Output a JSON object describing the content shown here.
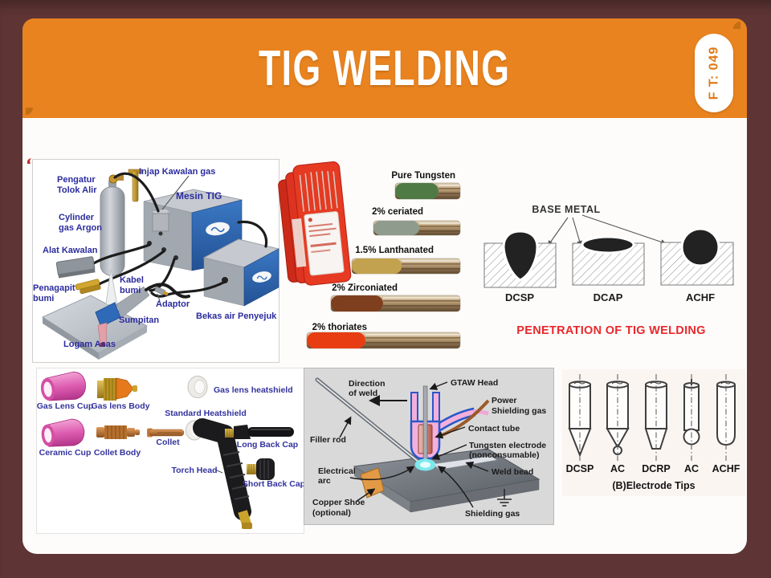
{
  "slide": {
    "title": "TIG WELDING",
    "badge": "F T: 049"
  },
  "colors": {
    "frame": "#5e3434",
    "header": "#e8831f",
    "badge_text": "#e07818",
    "label_blue": "#2b2b9e",
    "penetration_red": "#e8282c",
    "machine_blue": "#2f6ab8",
    "gtaw_background": "#d9d9d9"
  },
  "setup": {
    "labels": {
      "regulator": [
        "Pengatur",
        "Tolok Alir"
      ],
      "gas_valve": "Injap Kawalan gas",
      "machine": "Mesin TIG",
      "cylinder": [
        "Cylinder",
        "gas Argon"
      ],
      "remote": "Alat Kawalan",
      "ground_clamp": [
        "Penagapit",
        "bumi"
      ],
      "ground_cable": [
        "Kabel",
        "bumi"
      ],
      "adaptor": "Adaptor",
      "torch": "Sumpitan",
      "cooler": "Bekas air Penyejuk",
      "base_metal": "Logam Asas"
    }
  },
  "electrode_types": {
    "items": [
      {
        "label": "Pure Tungsten",
        "tip_color": "#4f7a46"
      },
      {
        "label": "2% ceriated",
        "tip_color": "#8e9b8d"
      },
      {
        "label": "1.5% Lanthanated",
        "tip_color": "#c2a24f"
      },
      {
        "label": "2% Zirconiated",
        "tip_color": "#7e3f1f"
      },
      {
        "label": "2% thoriates",
        "tip_color": "#e83d12"
      }
    ]
  },
  "penetration": {
    "heading": "BASE METAL",
    "types": [
      "DCSP",
      "DCAP",
      "ACHF"
    ],
    "title": "PENETRATION OF TIG WELDING"
  },
  "torch_parts": {
    "labels": {
      "gas_lens_cup": "Gas Lens Cup",
      "gas_lens_body": "Gas lens Body",
      "gas_lens_heatshield": "Gas lens heatshield",
      "standard_heatshield": "Standard Heatshield",
      "ceramic_cup": "Ceramic Cup",
      "collet_body": "Collet Body",
      "collet": "Collet",
      "torch_head": "Torch Head",
      "long_back_cap": "Long Back Cap",
      "short_back_cap": "Short Back Cap"
    }
  },
  "gtaw": {
    "labels": {
      "direction": [
        "Direction",
        "of weld"
      ],
      "gtaw_head": "GTAW Head",
      "power": "Power",
      "shielding_gas_supply": "Shielding gas",
      "contact_tube": "Contact tube",
      "tungsten_electrode": [
        "Tungsten electrode",
        "(nonconsumable)"
      ],
      "filler_rod": "Filler rod",
      "electrical_arc": [
        "Electrical",
        "arc"
      ],
      "weld_bead": "Weld bead",
      "copper_shoe": [
        "Copper Shoe",
        "(optional)"
      ],
      "shielding_gas": "Shielding gas"
    }
  },
  "electrode_tips": {
    "labels": [
      "DCSP",
      "AC",
      "DCRP",
      "AC",
      "ACHF"
    ],
    "caption": "(B)Electrode Tips"
  }
}
